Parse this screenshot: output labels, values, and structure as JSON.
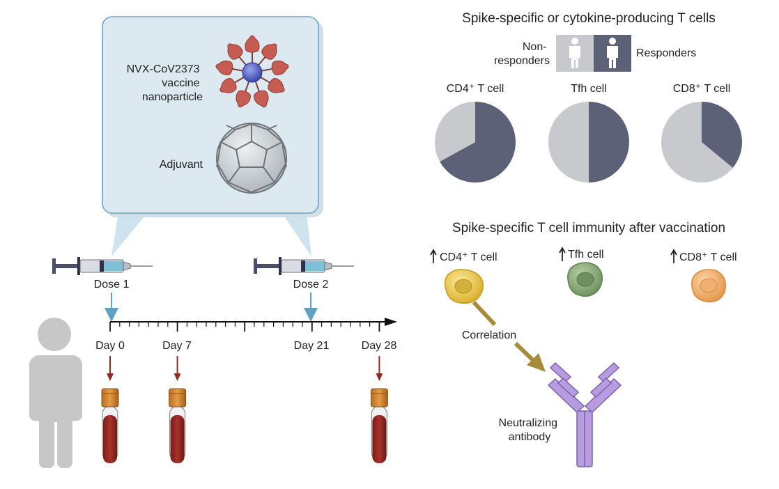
{
  "callout": {
    "nanoparticle_label": [
      "NVX-CoV2373",
      "vaccine",
      "nanoparticle"
    ],
    "adjuvant_label": "Adjuvant"
  },
  "timeline": {
    "doses": [
      {
        "label": "Dose 1",
        "day_index": 0
      },
      {
        "label": "Dose 2",
        "day_index": 21
      }
    ],
    "days": [
      {
        "label": "Day 0",
        "day": 0,
        "blood_draw": true
      },
      {
        "label": "Day 7",
        "day": 7,
        "blood_draw": true
      },
      {
        "label": "Day 21",
        "day": 21,
        "blood_draw": false
      },
      {
        "label": "Day 28",
        "day": 28,
        "blood_draw": true
      }
    ]
  },
  "responders_panel": {
    "title": "Spike-specific or cytokine-producing T cells",
    "legend": {
      "non_responders": [
        "Non-",
        "responders"
      ],
      "responders": "Responders"
    },
    "colors": {
      "non_responders": "#c8c9cc",
      "responders": "#5d6177"
    }
  },
  "chart_data": {
    "type": "pie",
    "charts": [
      {
        "label": "CD4⁺ T cell",
        "slices": [
          {
            "name": "Responders",
            "value": 67
          },
          {
            "name": "Non-responders",
            "value": 33
          }
        ]
      },
      {
        "label": "Tfh cell",
        "slices": [
          {
            "name": "Responders",
            "value": 50
          },
          {
            "name": "Non-responders",
            "value": 50
          }
        ]
      },
      {
        "label": "CD8⁺ T cell",
        "slices": [
          {
            "name": "Responders",
            "value": 36
          },
          {
            "name": "Non-responders",
            "value": 64
          }
        ]
      }
    ]
  },
  "immunity_panel": {
    "title": "Spike-specific T cell immunity after vaccination",
    "cells": [
      {
        "label": "CD4⁺ T cell",
        "color": "#e8c640"
      },
      {
        "label": "Tfh cell",
        "color": "#7da06a"
      },
      {
        "label": "CD8⁺ T cell",
        "color": "#eaa35c"
      }
    ],
    "correlation_label": "Correlation",
    "antibody_label": [
      "Neutralizing",
      "antibody"
    ],
    "arrow_color": "#a88b3a",
    "antibody_color": "#9b7cc2"
  }
}
